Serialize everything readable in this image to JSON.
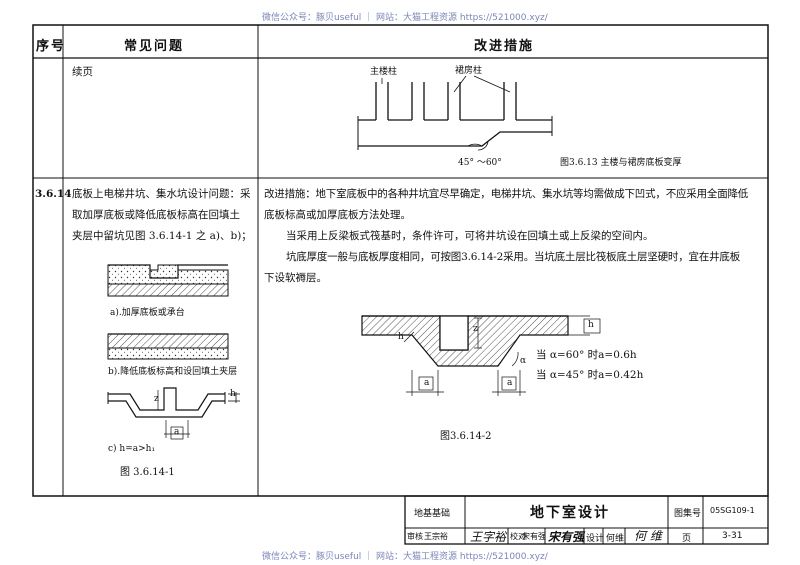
{
  "watermark": {
    "top": "微信公众号：豚贝useful ｜ 网站：大猫工程资源 https://521000.xyz/",
    "bottom": "微信公众号：豚贝useful ｜ 网站：大猫工程资源 https://521000.xyz/"
  },
  "table_header": {
    "col_no": "序号",
    "col_problem": "常见问题",
    "col_measure": "改进措施"
  },
  "row1": {
    "problem": "续页",
    "label_main_column": "主楼柱",
    "label_podium_column": "裙房柱",
    "angle_label": "45° ～60°",
    "figure_caption": "图3.6.13 主楼与裙房底板变厚"
  },
  "row2": {
    "number": "3.6.14",
    "problem_lines": [
      "底板上电梯井坑、集水坑设计问题：采",
      "取加厚底板或降低底板标高在回填土",
      "夹层中留坑见图 3.6.14-1 之 a)、b)；"
    ],
    "fig_a_caption": "a).加厚底板或承台",
    "fig_b_caption": "b).降低底板标高和设回填土夹层",
    "fig_c_caption": "c) h=a>h₁",
    "fig1_caption": "图 3.6.14-1",
    "label_a": "a",
    "label_h": "h",
    "label_h1": "h₁",
    "label_z": "z",
    "measure_lines": [
      "改进措施：地下室底板中的各种井坑宜尽早确定，电梯井坑、集水坑等均需做成下凹式，不应采用全面降低",
      "底板标高或加厚底板方法处理。",
      "当采用上反梁板式筏基时，条件许可，可将井坑设在回填土或上反梁的空间内。",
      "坑底厚度一般与底板厚度相同，可按图3.6.14-2采用。当坑底土层比筏板底土层坚硬时，宜在井底板",
      "下设软褥层。"
    ],
    "alpha_label": "α",
    "formula_1": "当 α=60°  时a=0.6h",
    "formula_2": "当 α=45°  时a=0.42h",
    "fig2_caption": "图3.6.14-2"
  },
  "title_block": {
    "left_label": "地基基础",
    "title": "地下室设计",
    "set_label": "图集号",
    "set_value": "05SG109-1",
    "review_label": "审核",
    "review_name": "王宗裕",
    "check_label": "校对",
    "check_name": "宋有强",
    "design_label": "设计",
    "design_name": "何维",
    "design_sign": "何 维",
    "page_label": "页",
    "page_value": "3-31"
  }
}
